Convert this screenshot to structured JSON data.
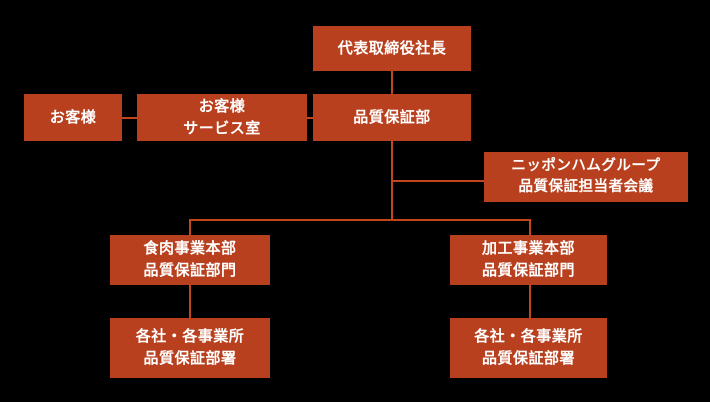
{
  "diagram": {
    "type": "org-chart",
    "background": "#000000",
    "colors": {
      "box_fill": "#b8401e",
      "connector": "#c2451c",
      "text_color": "#ffffff"
    },
    "nodes": {
      "president": {
        "label": "代表取締役社長"
      },
      "customer": {
        "label": "お客様"
      },
      "customer_service": {
        "label": "お客様\nサービス室"
      },
      "qa_dept": {
        "label": "品質保証部"
      },
      "nh_group_meeting": {
        "label": "ニッポンハムグループ\n品質保証担当者会議"
      },
      "meat_division": {
        "label": "食肉事業本部\n品質保証部門"
      },
      "processed_division": {
        "label": "加工事業本部\n品質保証部門"
      },
      "companies_left": {
        "label": "各社・各事業所\n品質保証部署"
      },
      "companies_right": {
        "label": "各社・各事業所\n品質保証部署"
      }
    },
    "edges": [
      "president -> qa_dept",
      "customer - customer_service",
      "customer_service - qa_dept",
      "qa_dept - nh_group_meeting",
      "qa_dept -> meat_division",
      "qa_dept -> processed_division",
      "meat_division -> companies_left",
      "processed_division -> companies_right"
    ]
  }
}
